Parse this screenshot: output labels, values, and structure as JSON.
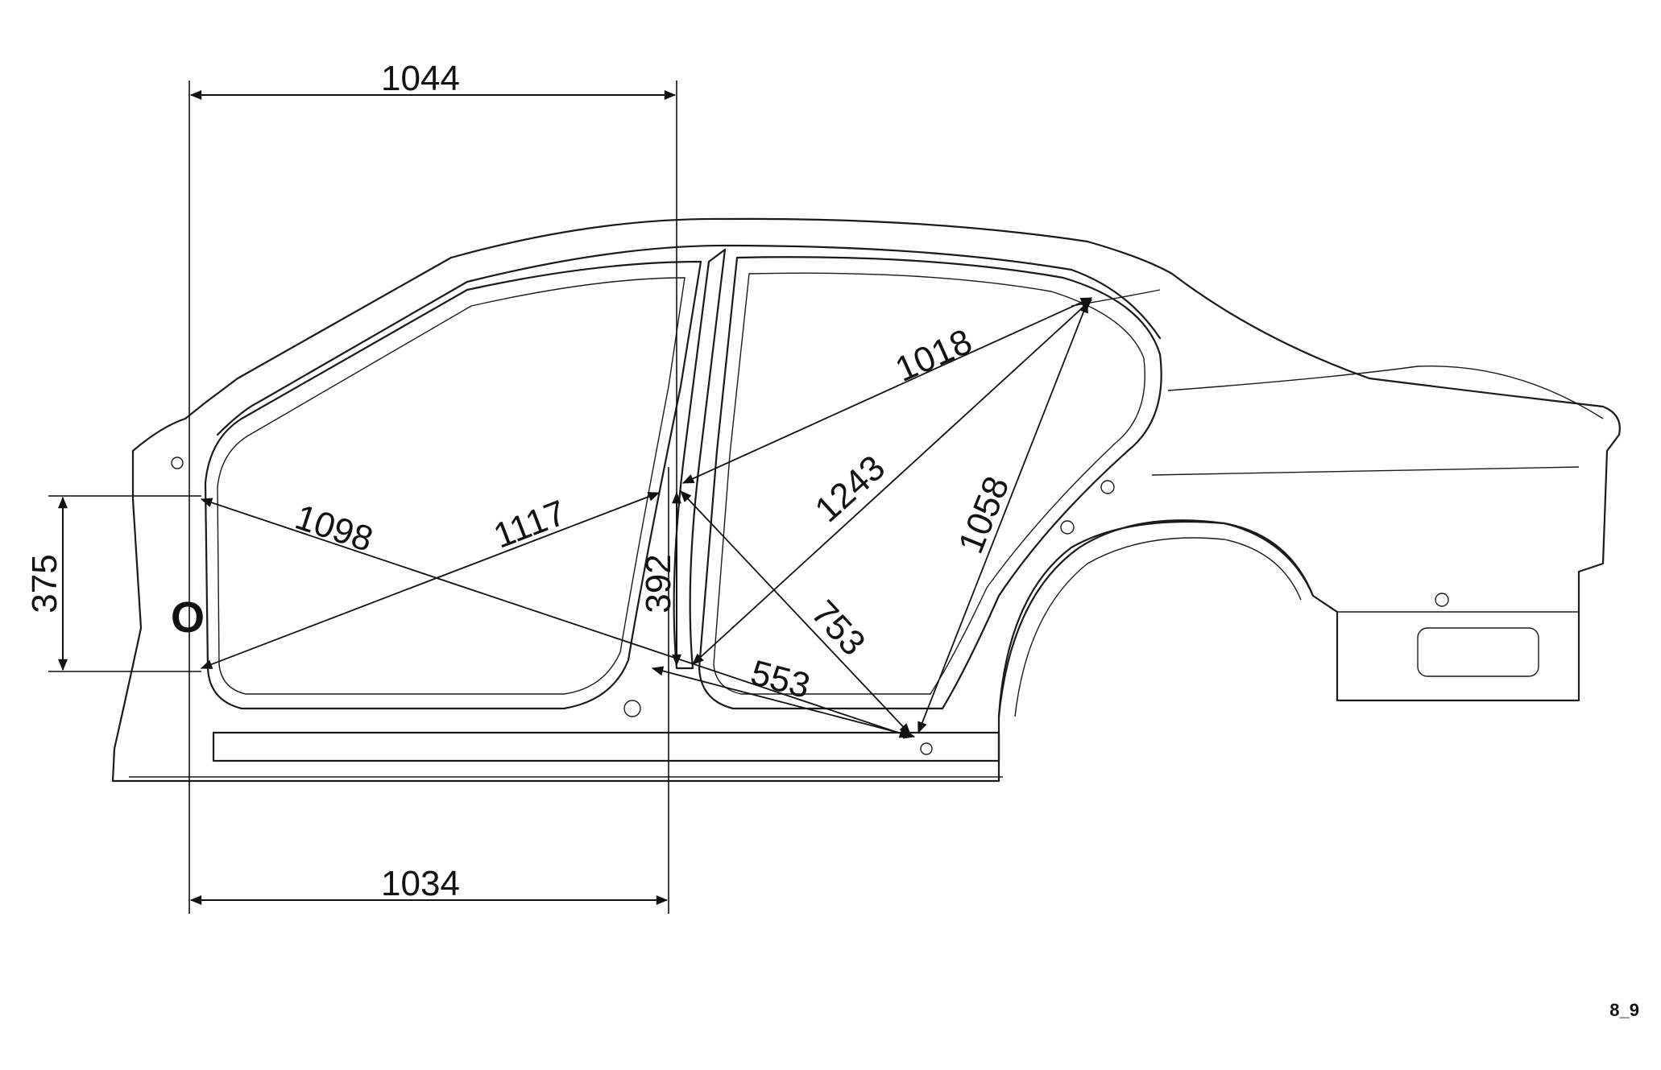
{
  "figure_label": "8_9",
  "dimensions": {
    "top_width": "1044",
    "bottom_width": "1034",
    "left_height": "375",
    "center_height": "392",
    "diag_1098": "1098",
    "diag_1117": "1117",
    "diag_1018": "1018",
    "diag_1243": "1243",
    "diag_1058": "1058",
    "diag_753": "753",
    "diag_553": "553"
  },
  "colors": {
    "line": "#111111",
    "background": "#ffffff"
  }
}
